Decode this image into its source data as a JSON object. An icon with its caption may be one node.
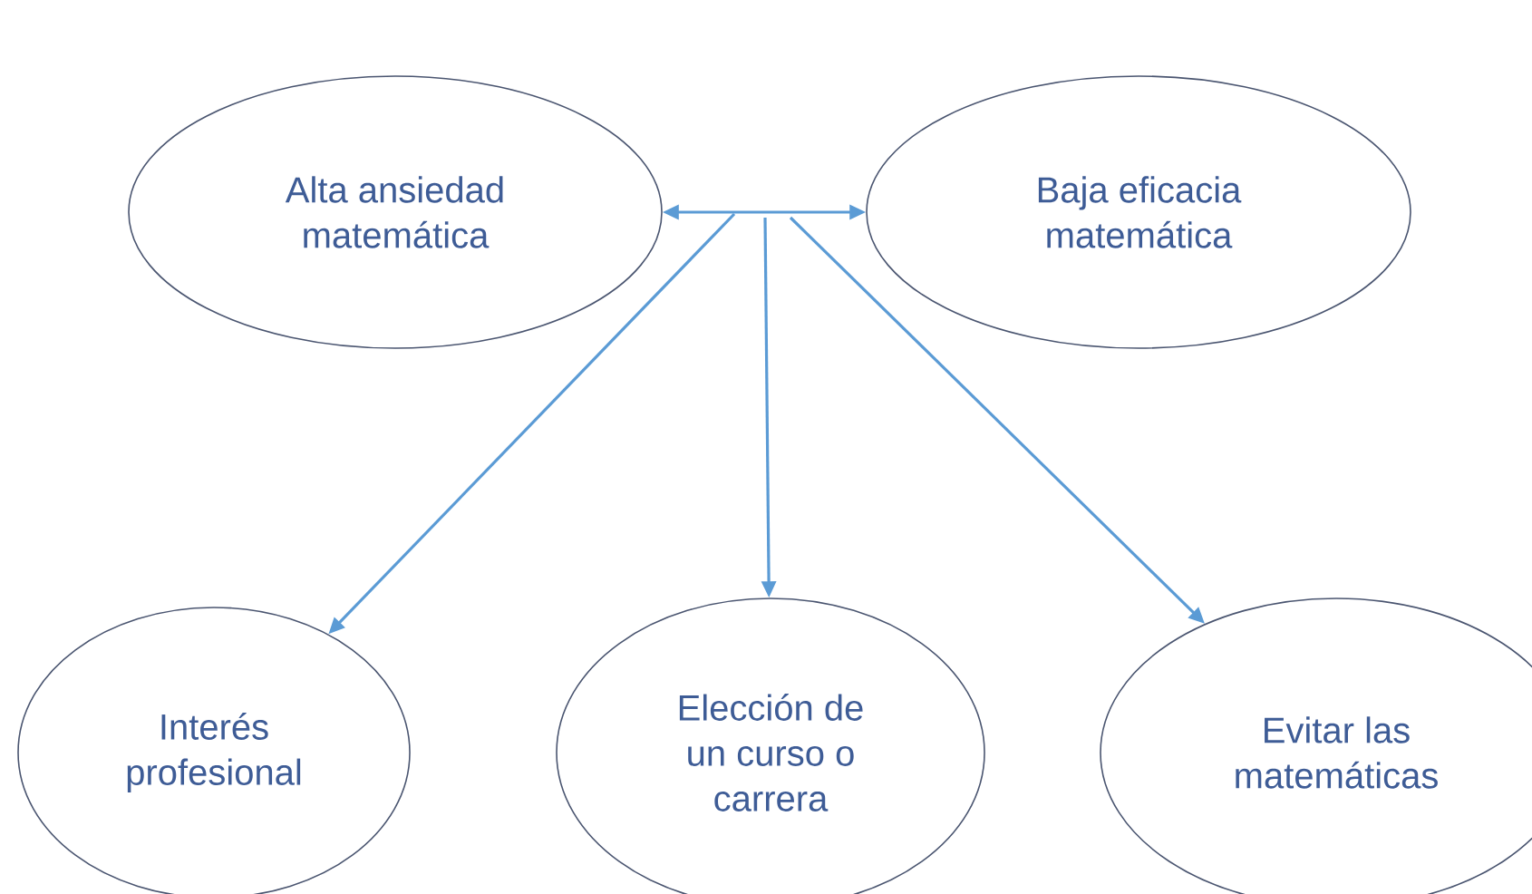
{
  "diagram": {
    "nodes": [
      {
        "text": [
          "Alta ansiedad matemática"
        ]
      },
      {
        "text": [
          "Baja eficacia matemática"
        ]
      },
      {
        "text": [
          "Interés profesional"
        ]
      },
      {
        "text": [
          "Elección de un curso o carrera"
        ]
      },
      {
        "text": [
          "Evitar las matemáticas"
        ]
      }
    ],
    "edges": [
      {
        "from": 0,
        "to": 1,
        "arrow": "both"
      },
      {
        "from": null,
        "to": 2,
        "arrow": "to"
      },
      {
        "from": null,
        "to": 3,
        "arrow": "to"
      },
      {
        "from": null,
        "to": 4,
        "arrow": "to"
      }
    ]
  }
}
